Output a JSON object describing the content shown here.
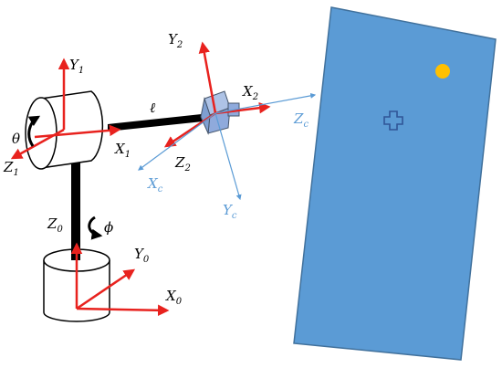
{
  "frames": {
    "base": {
      "x": "X",
      "x_sub": "0",
      "y": "Y",
      "y_sub": "0",
      "z": "Z",
      "z_sub": "0"
    },
    "joint1": {
      "x": "X",
      "x_sub": "1",
      "y": "Y",
      "y_sub": "1",
      "z": "Z",
      "z_sub": "1"
    },
    "end": {
      "x": "X",
      "x_sub": "2",
      "y": "Y",
      "y_sub": "2",
      "z": "Z",
      "z_sub": "2"
    },
    "camera": {
      "x": "X",
      "x_sub": "c",
      "y": "Y",
      "y_sub": "c",
      "z": "Z",
      "z_sub": "c"
    }
  },
  "angles": {
    "theta": "θ",
    "phi": "ϕ"
  },
  "link_length": "ℓ",
  "colors": {
    "axis_red": "#e8221e",
    "camera_axis_blue": "#5b9bd5",
    "panel_fill": "#5b9bd5",
    "panel_stroke": "#41719c",
    "target_dot": "#ffc000",
    "camera_box": "#8faadc"
  },
  "icons": {
    "rotation_arrow_joint1": "curved-arrow-icon",
    "rotation_arrow_base": "curved-arrow-icon",
    "panel_marker": "cross-outline-icon",
    "target": "yellow-dot-icon"
  }
}
